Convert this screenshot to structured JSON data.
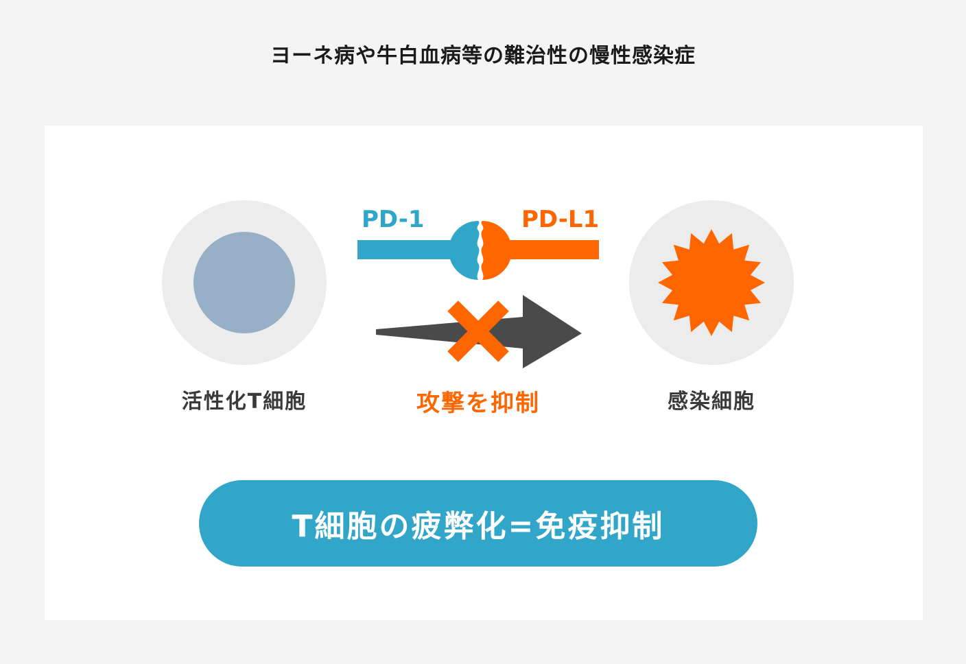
{
  "title": "ヨーネ病や牛白血病等の難治性の慢性感染症",
  "diagram": {
    "t_cell_label": "活性化T細胞",
    "infected_cell_label": "感染細胞",
    "pd1_label": "PD-1",
    "pdl1_label": "PD-L1",
    "attack_label": "攻撃を抑制",
    "conclusion": "T細胞の疲弊化=免疫抑制"
  },
  "colors": {
    "page_bg": "#f4f4f4",
    "panel_bg": "#ffffff",
    "cell_halo": "#ececec",
    "t_cell": "#97afc7",
    "pd1": "#32a6c8",
    "pdl1": "#ff6600",
    "infected": "#ff6600",
    "arrow": "#4a4a4a",
    "cross": "#ff6600",
    "pill": "#32a6c8"
  },
  "icons": {
    "t_cell": "round-cell-icon",
    "infected_cell": "spiky-cell-icon",
    "attack": "arrow-right-icon",
    "blocked": "cross-icon"
  }
}
